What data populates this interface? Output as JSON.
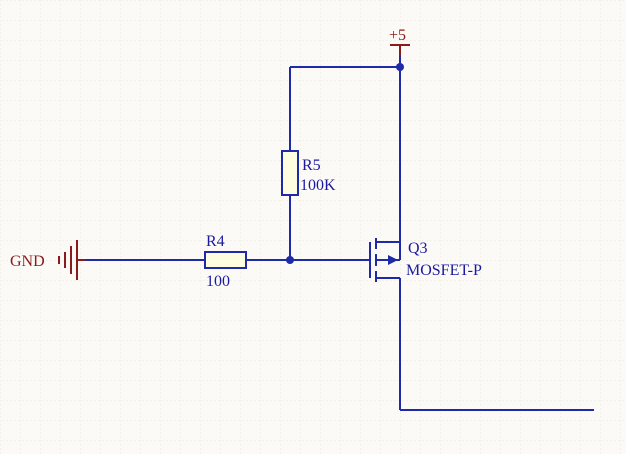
{
  "power": {
    "label": "+5"
  },
  "ground": {
    "label": "GND"
  },
  "r5": {
    "designator": "R5",
    "value": "100K"
  },
  "r4": {
    "designator": "R4",
    "value": "100"
  },
  "q3": {
    "designator": "Q3",
    "type": "MOSFET-P"
  },
  "colors": {
    "background": "#fcfaf6",
    "grid": "#e6e3dc",
    "wire": "#1e2aa8",
    "power_symbol": "#8b1a1a",
    "component_fill": "#fffde0"
  }
}
